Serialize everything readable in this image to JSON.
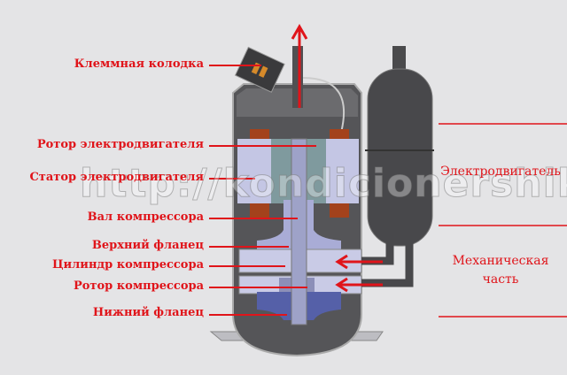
{
  "labels_left": [
    {
      "text": "Клеммная колодка"
    },
    {
      "text": "Ротор электродвигателя"
    },
    {
      "text": "Статор электродвигателя"
    },
    {
      "text": "Вал компрессора"
    },
    {
      "text": "Верхний фланец"
    },
    {
      "text": "Цилиндр компрессора"
    },
    {
      "text": "Ротор компрессора"
    },
    {
      "text": "Нижний фланец"
    }
  ],
  "labels_right": {
    "motor": "Электродвигатель",
    "mech_line1": "Механическая",
    "mech_line2": "часть"
  },
  "watermark": "http://kondicionershik.ru",
  "colors": {
    "label": "#e0141a",
    "background": "#e4e4e6"
  }
}
